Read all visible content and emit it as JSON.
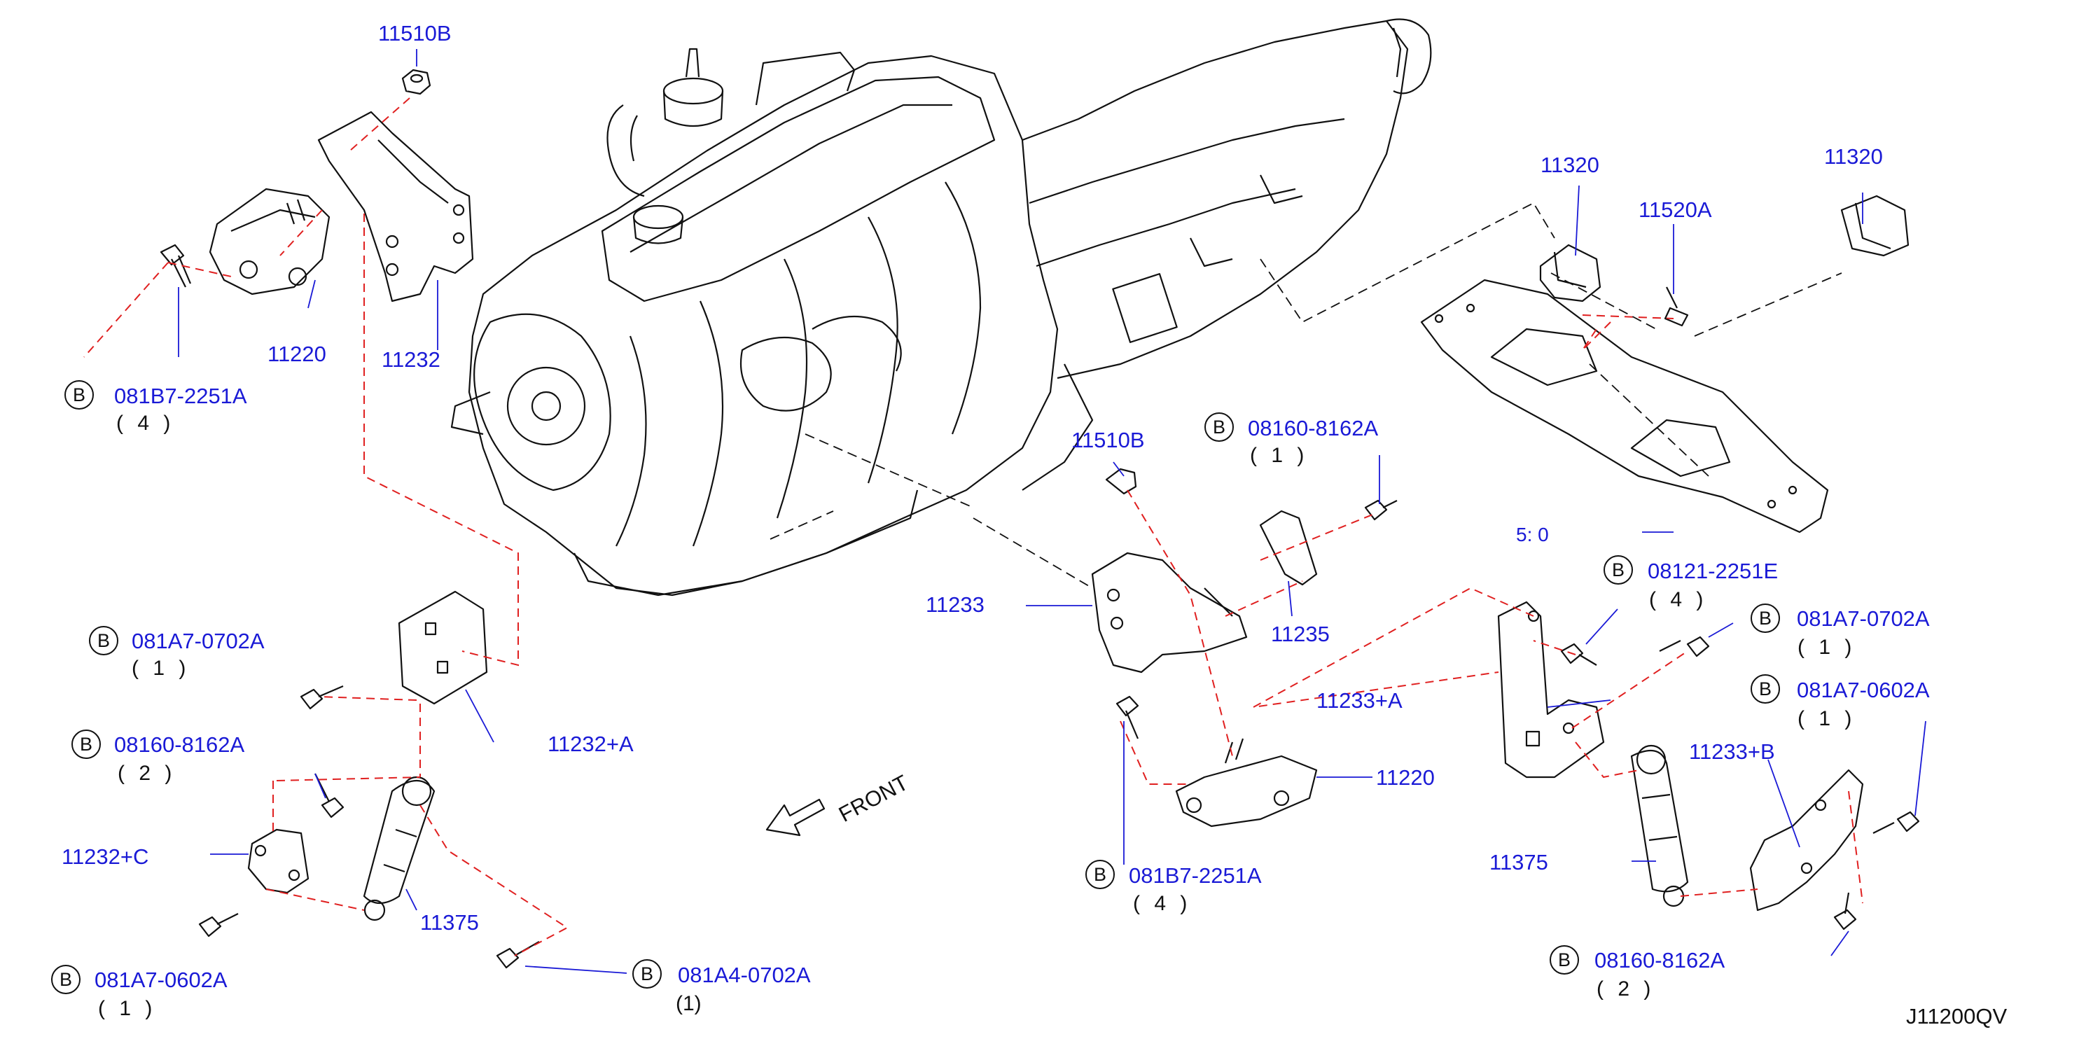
{
  "colors": {
    "part_number": "#1a1ad6",
    "leader_line": "#1a1ad6",
    "assembly_dash": "#e02020",
    "drawing_line": "#111111"
  },
  "bolt_symbol": "B",
  "labels": {
    "p11510B_a": "11510B",
    "p11220_a": "11220",
    "p11232_a": "11232",
    "b081B7_a": "081B7-2251A",
    "q081B7_a": "( 4 )",
    "b081A7_0702_a": "081A7-0702A",
    "q081A7_0702_a": "( 1 )",
    "p11232A": "11232+A",
    "b08160_a": "08160-8162A",
    "q08160_a": "( 2 )",
    "p11232C": "11232+C",
    "p11375_a": "11375",
    "b081A7_0602_a": "081A7-0602A",
    "q081A7_0602_a": "( 1 )",
    "b081A4": "081A4-0702A",
    "q081A4": "(1)",
    "front": "FRONT",
    "p11510B_b": "11510B",
    "b08160_b": "08160-8162A",
    "q08160_b": "( 1 )",
    "p11233": "11233",
    "p11235": "11235",
    "p11220_b": "11220",
    "b081B7_b": "081B7-2251A",
    "q081B7_b": "( 4 )",
    "p11320_a": "11320",
    "p11320_b": "11320",
    "p11520A": "11520A",
    "garbled": "5: 0",
    "b08121": "08121-2251E",
    "q08121": "( 4 )",
    "b081A7_0702_b": "081A7-0702A",
    "q081A7_0702_b": "( 1 )",
    "b081A7_0602_b": "081A7-0602A",
    "q081A7_0602_b": "( 1 )",
    "p11233A": "11233+A",
    "p11233B": "11233+B",
    "p11375_b": "11375",
    "b08160_c": "08160-8162A",
    "q08160_c": "( 2 )",
    "diagram_id": "J11200QV"
  }
}
